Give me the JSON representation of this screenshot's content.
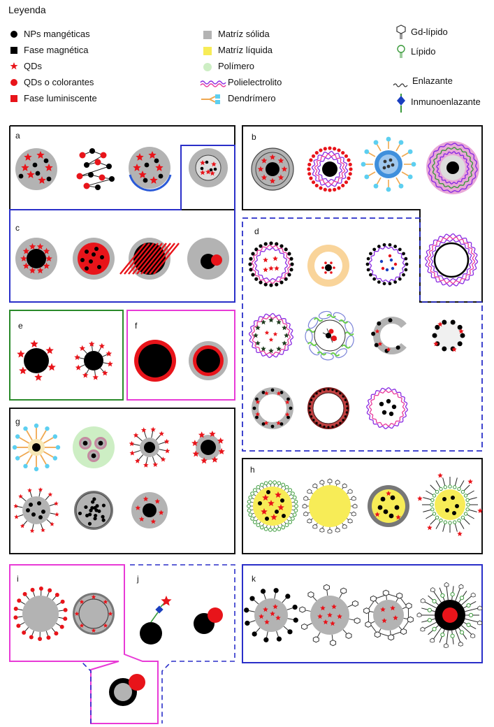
{
  "legend": {
    "title": "Leyenda",
    "items": [
      {
        "label": "NPs mangéticas",
        "icon": "black-dot"
      },
      {
        "label": "Fase magnética",
        "icon": "black-square"
      },
      {
        "label": "QDs",
        "icon": "red-star"
      },
      {
        "label": "QDs o colorantes",
        "icon": "red-dot"
      },
      {
        "label": "Fase luminiscente",
        "icon": "red-square"
      },
      {
        "label": "Matríz sólida",
        "icon": "gray-square"
      },
      {
        "label": "Matríz líquida",
        "icon": "yellow-square"
      },
      {
        "label": "Polímero",
        "icon": "light-green-dot"
      },
      {
        "label": "Polielectrolito",
        "icon": "wavy-lines"
      },
      {
        "label": "Dendrímero",
        "icon": "dendrimer"
      },
      {
        "label": "Gd-lípido",
        "icon": "gd-lipid"
      },
      {
        "label": "Lípido",
        "icon": "lipid"
      },
      {
        "label": "Enlazante",
        "icon": "linker"
      },
      {
        "label": "Inmunoenlazante",
        "icon": "immunolinker"
      }
    ]
  },
  "panels": {
    "a": "a",
    "b": "b",
    "c": "c",
    "d": "d",
    "e": "e",
    "f": "f",
    "g": "g",
    "h": "h",
    "i": "i",
    "j": "j",
    "k": "k"
  },
  "colors": {
    "magnetic": "#000000",
    "luminescent": "#e8141a",
    "solid_matrix": "#b3b3b3",
    "liquid_matrix": "#f7ec57",
    "polymer": "#cdeec4",
    "polyelectrolyte_purple": "#8a2be2",
    "polyelectrolyte_pink": "#e8389a",
    "dendrimer_blue": "#5dcff0",
    "dendrimer_orange": "#f0a850",
    "lipid_green": "#3a9a3a",
    "immuno_blue": "#1a3fbf",
    "border_black": "#111111",
    "border_blue": "#2a2fc9",
    "border_dashed_blue": "#2a2fc9",
    "border_green": "#2a8a2a",
    "border_pink": "#e83ad6"
  }
}
